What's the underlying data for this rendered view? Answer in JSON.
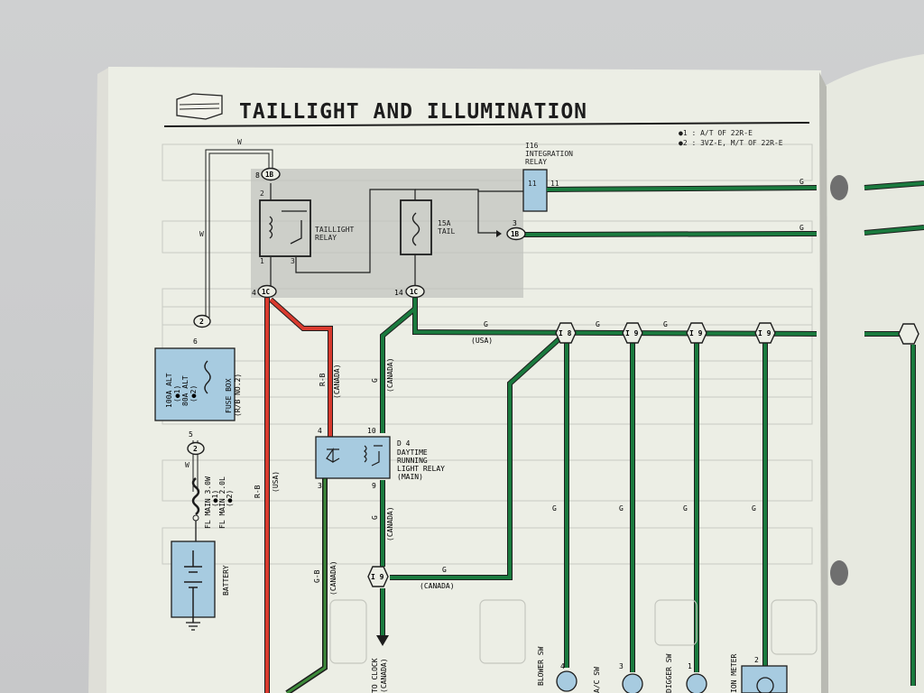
{
  "header": {
    "title": "TAILLIGHT AND ILLUMINATION",
    "notes": [
      "●1 : A/T OF 22R-E",
      "●2 : 3VZ-E, M/T OF 22R-E"
    ]
  },
  "connectors": {
    "c1b_8": {
      "pin": "8",
      "id": "1B"
    },
    "c1b_2": {
      "pin": "2",
      "id": "1B"
    },
    "c1c_4": {
      "pin": "4",
      "id": "1C"
    },
    "c1c_14": {
      "pin": "14",
      "id": "1C"
    },
    "c1b_3": {
      "pin": "3",
      "id": "1B"
    },
    "c2_6": {
      "pin": "6",
      "id": "2"
    },
    "c2_5": {
      "pin": "5",
      "id": "2"
    }
  },
  "relays": {
    "taillight": {
      "label_1": "TAILLIGHT",
      "label_2": "RELAY",
      "pin_2": "2",
      "pin_1": "1",
      "pin_3": "3"
    },
    "integration": {
      "code": "I16",
      "label_1": "INTEGRATION",
      "label_2": "RELAY",
      "pin_a": "11",
      "pin_b": "11"
    },
    "daytime": {
      "code": "D 4",
      "label_1": "DAYTIME",
      "label_2": "RUNNING",
      "label_3": "LIGHT RELAY",
      "label_4": "(MAIN)",
      "pin_4": "4",
      "pin_10": "10",
      "pin_3": "3",
      "pin_9": "9"
    }
  },
  "fuses": {
    "tail": {
      "amp": "15A",
      "name": "TAIL"
    },
    "fusebox": {
      "alt_1": "100A ALT",
      "alt_2": "(●1)",
      "alt_3": "80A ALT",
      "alt_4": "(●2)",
      "box_1": "FUSE BOX",
      "box_2": "(R/B NO.2)"
    },
    "fl": {
      "line_1": "FL MAIN 3.0W",
      "line_2": "(●1)",
      "line_3": "FL MAIN 2.0L",
      "line_4": "(●2)"
    }
  },
  "battery": {
    "label": "BATTERY"
  },
  "wires": {
    "w_top": "W",
    "w_left": "W",
    "w_lower": "W",
    "g_top": "G",
    "g_mid": "G",
    "g_bus1": "G",
    "g_bus2": "G",
    "g_bus3": "G",
    "usa_bus": "(USA)",
    "rb_1": "R-B",
    "canada_rb": "(CANADA)",
    "rb_2": "R-B",
    "usa_rb": "(USA)",
    "g_v": "G",
    "canada_g": "(CANADA)",
    "g_v2": "G",
    "canada_g2": "(CANADA)",
    "gb": "G-B",
    "canada_gb": "(CANADA)",
    "g_low": "G",
    "canada_low": "(CANADA)",
    "g_d1": "G",
    "g_d2": "G",
    "g_d3": "G",
    "g_d4": "G"
  },
  "junctions": {
    "i8": {
      "id": "I 8"
    },
    "i9a": {
      "id": "I 9"
    },
    "i9b": {
      "id": "I 9"
    },
    "i9c": {
      "id": "I 9"
    },
    "i9_low": {
      "id": "I 9"
    }
  },
  "bottom": {
    "to_clock_1": "TO CLOCK",
    "to_clock_2": "(CANADA)",
    "blower": "BLOWER SW",
    "blower_pin": "4",
    "ac_sw": "A/C SW",
    "ac_pin": "3",
    "digger": "DIGGER SW",
    "digger_pin": "1",
    "meter": "ION METER",
    "meter_pin": "2"
  },
  "colors": {
    "page": "#ebece2",
    "wire_green": "#1a7a3e",
    "wire_red": "#d93a2e",
    "component_blue": "#a7cbe0",
    "ink": "#1d1d1d"
  }
}
